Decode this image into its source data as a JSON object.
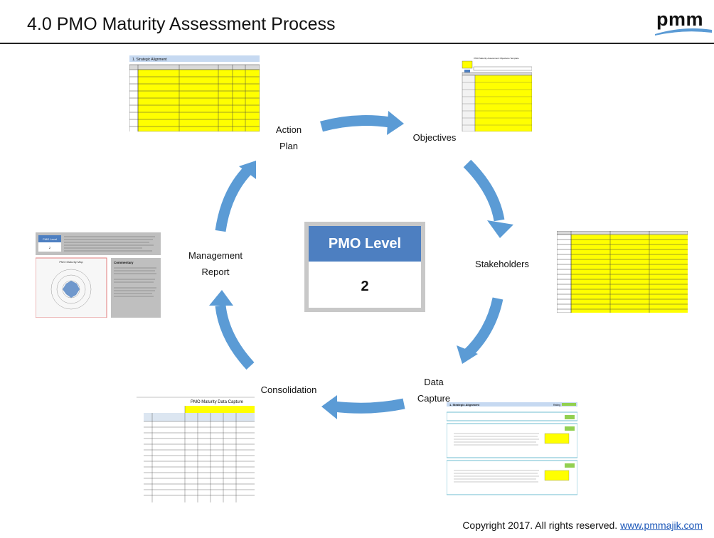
{
  "title": "4.0  PMO Maturity Assessment Process",
  "logo": {
    "text": "pmm",
    "accent": "#5b9bd5"
  },
  "center": {
    "heading": "PMO Level",
    "value": "2"
  },
  "steps": [
    {
      "id": "action-plan",
      "line1": "Action",
      "line2": "Plan"
    },
    {
      "id": "objectives",
      "line1": "Objectives",
      "line2": ""
    },
    {
      "id": "stakeholders",
      "line1": "Stakeholders",
      "line2": ""
    },
    {
      "id": "data-capture",
      "line1": "Data",
      "line2": "Capture"
    },
    {
      "id": "consolidation",
      "line1": "Consolidation",
      "line2": ""
    },
    {
      "id": "management-report",
      "line1": "Management",
      "line2": "Report"
    }
  ],
  "thumbnails": {
    "action_plan": {
      "header": "1. Strategic Alignment"
    },
    "objectives": {
      "header": "PMO Maturity Assessment Objectives Template"
    },
    "management_report": {
      "badge": "PMO Level",
      "badge_value": "2",
      "map_title": "PMO Maturity Map",
      "commentary": "Commentary"
    },
    "consolidation": {
      "header": "PMO Maturity Data Capture"
    },
    "data_capture": {
      "header": "1. Strategic Alignment",
      "rating_label": "Rating"
    }
  },
  "colors": {
    "arrow": "#5b9bd5",
    "accent_blue": "#4d7fc1",
    "sheet_yellow": "#ffff00"
  },
  "copyright": {
    "text": "Copyright 2017.  All rights reserved.",
    "link": "www.pmmajik.com"
  }
}
